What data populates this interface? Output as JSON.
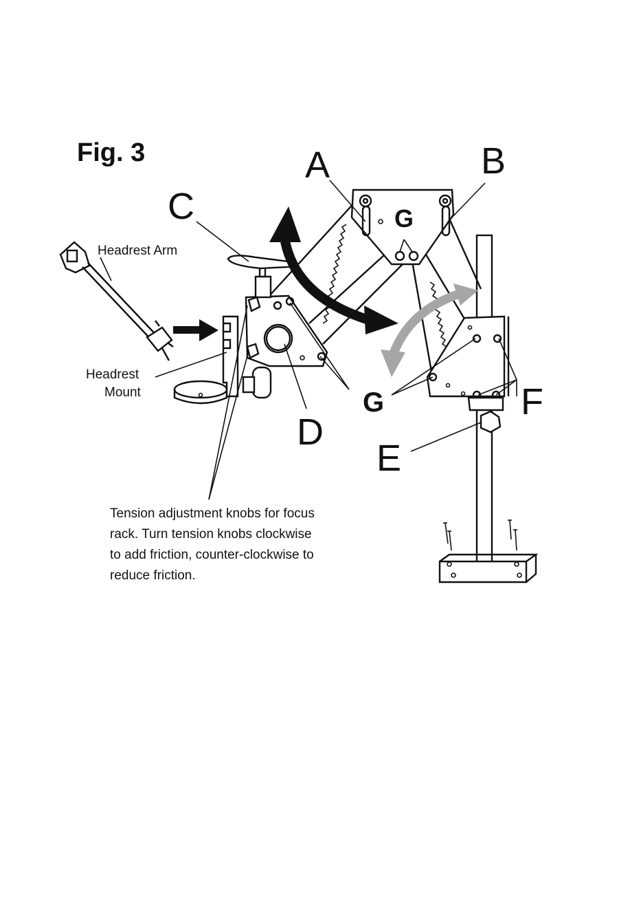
{
  "figure": {
    "title": "Fig. 3",
    "labels": {
      "a": "A",
      "b": "B",
      "c": "C",
      "d": "D",
      "e": "E",
      "f": "F",
      "g_top": "G",
      "g_middle": "G"
    },
    "headrest_arm": "Headrest Arm",
    "headrest_mount_line1": "Headrest",
    "headrest_mount_line2": "Mount",
    "caption_lines": [
      "Tension adjustment knobs for focus",
      "rack. Turn tension knobs clockwise",
      "to add friction, counter-clockwise to",
      "reduce friction."
    ],
    "colors": {
      "ink": "#111111",
      "black_arrow": "#111111",
      "gray_arrow": "#a6a6a6"
    }
  }
}
